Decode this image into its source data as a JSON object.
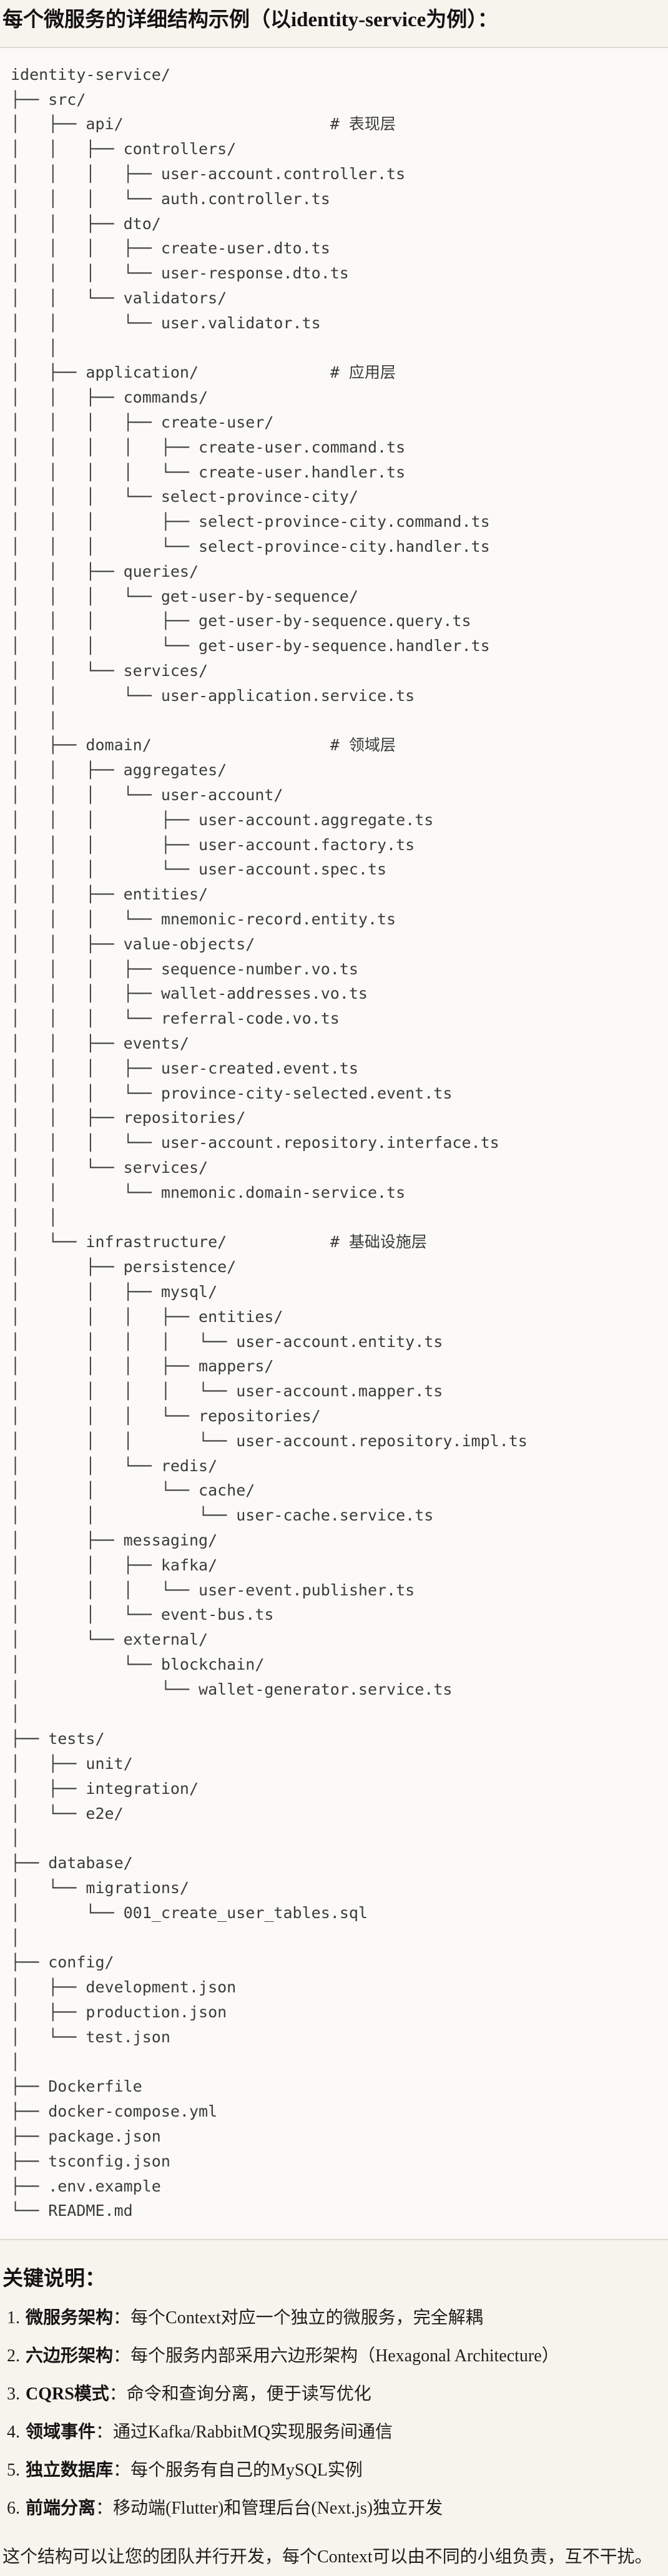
{
  "doc": {
    "title": "每个微服务的详细结构示例（以identity-service为例）：",
    "tree_lines": [
      "identity-service/",
      "├── src/",
      "│   ├── api/                      # 表现层",
      "│   │   ├── controllers/",
      "│   │   │   ├── user-account.controller.ts",
      "│   │   │   └── auth.controller.ts",
      "│   │   ├── dto/",
      "│   │   │   ├── create-user.dto.ts",
      "│   │   │   └── user-response.dto.ts",
      "│   │   └── validators/",
      "│   │       └── user.validator.ts",
      "│   │",
      "│   ├── application/              # 应用层",
      "│   │   ├── commands/",
      "│   │   │   ├── create-user/",
      "│   │   │   │   ├── create-user.command.ts",
      "│   │   │   │   └── create-user.handler.ts",
      "│   │   │   └── select-province-city/",
      "│   │   │       ├── select-province-city.command.ts",
      "│   │   │       └── select-province-city.handler.ts",
      "│   │   ├── queries/",
      "│   │   │   └── get-user-by-sequence/",
      "│   │   │       ├── get-user-by-sequence.query.ts",
      "│   │   │       └── get-user-by-sequence.handler.ts",
      "│   │   └── services/",
      "│   │       └── user-application.service.ts",
      "│   │",
      "│   ├── domain/                   # 领域层",
      "│   │   ├── aggregates/",
      "│   │   │   └── user-account/",
      "│   │   │       ├── user-account.aggregate.ts",
      "│   │   │       ├── user-account.factory.ts",
      "│   │   │       └── user-account.spec.ts",
      "│   │   ├── entities/",
      "│   │   │   └── mnemonic-record.entity.ts",
      "│   │   ├── value-objects/",
      "│   │   │   ├── sequence-number.vo.ts",
      "│   │   │   ├── wallet-addresses.vo.ts",
      "│   │   │   └── referral-code.vo.ts",
      "│   │   ├── events/",
      "│   │   │   ├── user-created.event.ts",
      "│   │   │   └── province-city-selected.event.ts",
      "│   │   ├── repositories/",
      "│   │   │   └── user-account.repository.interface.ts",
      "│   │   └── services/",
      "│   │       └── mnemonic.domain-service.ts",
      "│   │",
      "│   └── infrastructure/           # 基础设施层",
      "│       ├── persistence/",
      "│       │   ├── mysql/",
      "│       │   │   ├── entities/",
      "│       │   │   │   └── user-account.entity.ts",
      "│       │   │   ├── mappers/",
      "│       │   │   │   └── user-account.mapper.ts",
      "│       │   │   └── repositories/",
      "│       │   │       └── user-account.repository.impl.ts",
      "│       │   └── redis/",
      "│       │       └── cache/",
      "│       │           └── user-cache.service.ts",
      "│       ├── messaging/",
      "│       │   ├── kafka/",
      "│       │   │   └── user-event.publisher.ts",
      "│       │   └── event-bus.ts",
      "│       └── external/",
      "│           └── blockchain/",
      "│               └── wallet-generator.service.ts",
      "│",
      "├── tests/",
      "│   ├── unit/",
      "│   ├── integration/",
      "│   └── e2e/",
      "│",
      "├── database/",
      "│   └── migrations/",
      "│       └── 001_create_user_tables.sql",
      "│",
      "├── config/",
      "│   ├── development.json",
      "│   ├── production.json",
      "│   └── test.json",
      "│",
      "├── Dockerfile",
      "├── docker-compose.yml",
      "├── package.json",
      "├── tsconfig.json",
      "├── .env.example",
      "└── README.md"
    ],
    "notes_heading": "关键说明：",
    "notes": [
      {
        "num": "1.",
        "term": "微服务架构",
        "text": "：每个Context对应一个独立的微服务，完全解耦"
      },
      {
        "num": "2.",
        "term": "六边形架构",
        "text": "：每个服务内部采用六边形架构（Hexagonal Architecture）"
      },
      {
        "num": "3.",
        "term": "CQRS模式",
        "text": "：命令和查询分离，便于读写优化"
      },
      {
        "num": "4.",
        "term": "领域事件",
        "text": "：通过Kafka/RabbitMQ实现服务间通信"
      },
      {
        "num": "5.",
        "term": "独立数据库",
        "text": "：每个服务有自己的MySQL实例"
      },
      {
        "num": "6.",
        "term": "前端分离",
        "text": "：移动端(Flutter)和管理后台(Next.js)独立开发"
      }
    ],
    "closing": "这个结构可以让您的团队并行开发，每个Context可以由不同的小组负责，互不干扰。",
    "colors": {
      "page_bg": "#F7F4EE",
      "code_bg": "#FBFAF8",
      "code_border": "#DDDAD2",
      "code_text": "#3B3B39",
      "heading_text": "#121212",
      "body_text": "#201F1C"
    }
  }
}
